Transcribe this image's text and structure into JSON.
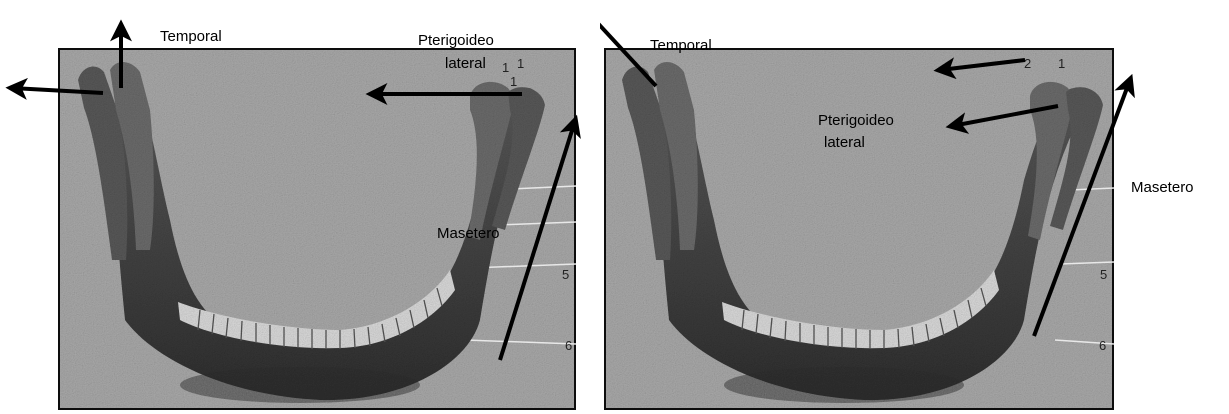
{
  "colors": {
    "background": "#ffffff",
    "photo_gray": "#a9a9a9",
    "bone_dark": "#3d3d3d",
    "bone_mid": "#6b6b6b",
    "teeth": "#d9d9d9",
    "arrow": "#000000",
    "frame": "#111111"
  },
  "icons": {
    "force_vector": "arrow-icon",
    "mandible": "mandible-illustration"
  },
  "left_panel": {
    "labels": {
      "temporal": "Temporal",
      "pterygoid_line1": "Pterigoideo",
      "pterygoid_line2": "lateral",
      "masseter": "Masetero"
    },
    "numbers": [
      "1",
      "1",
      "1",
      "5",
      "6"
    ]
  },
  "right_panel": {
    "labels": {
      "temporal": "Temporal",
      "pterygoid_line1": "Pterigoideo",
      "pterygoid_line2": "lateral",
      "masseter": "Masetero"
    },
    "numbers": [
      "2",
      "1",
      "6",
      "5"
    ]
  }
}
